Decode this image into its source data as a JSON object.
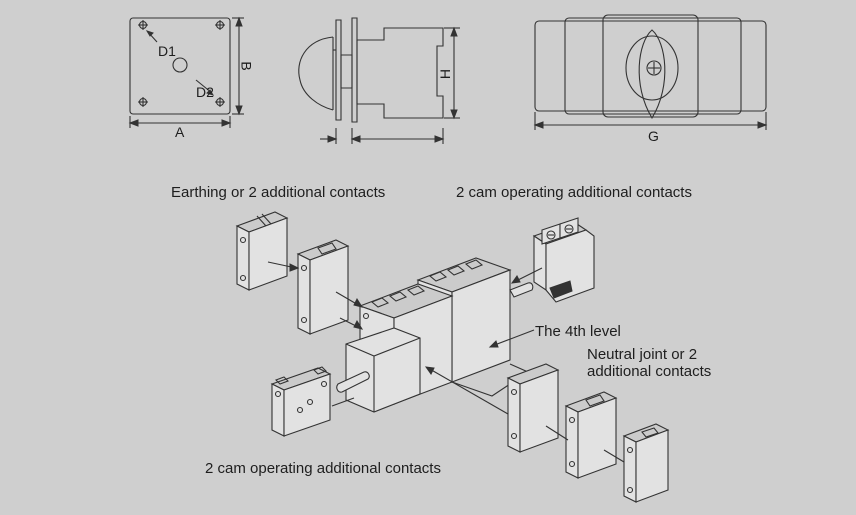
{
  "dimensions": {
    "A": "A",
    "B": "B",
    "D1": "D1",
    "D2": "D2",
    "H": "H",
    "G": "G"
  },
  "labels": {
    "earthing": "Earthing or 2 additional contacts",
    "cam_top": "2 cam operating additional contacts",
    "fourth_level": "The 4th level",
    "neutral_line1": "Neutral joint or 2",
    "neutral_line2": "additional contacts",
    "cam_bottom": "2 cam operating additional contacts"
  },
  "colors": {
    "background": "#cfcfcf",
    "stroke": "#333333",
    "text": "#1e1e1e"
  }
}
